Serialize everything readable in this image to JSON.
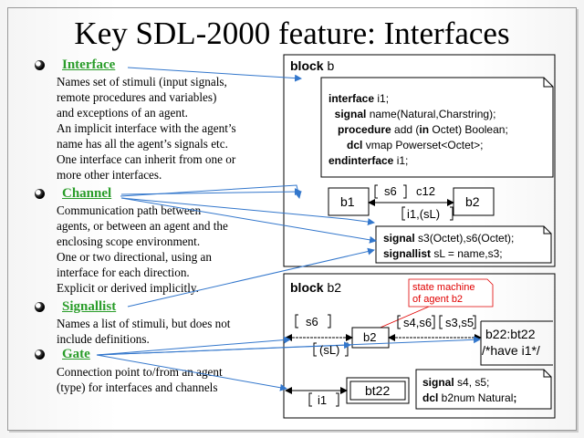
{
  "title": "Key SDL-2000 feature: Interfaces",
  "sections": [
    {
      "heading": "Interface",
      "text": "Names set of stimuli (input signals,\nremote procedures and variables)\nand exceptions of an agent.\nAn implicit interface with the agent’s\nname has all the agent’s signals etc.\nOne interface can inherit from one or\nmore other interfaces."
    },
    {
      "heading": "Channel",
      "text": "Communication path between\nagents, or between an agent and the\nenclosing scope environment.\nOne or two directional, using an\ninterface for each direction.\nExplicit or derived implicitly."
    },
    {
      "heading": "Signallist",
      "text": "Names a list of stimuli, but does not\ninclude definitions."
    },
    {
      "heading": "Gate",
      "text": "Connection point to/from an agent\n(type) for interfaces and channels"
    }
  ],
  "block_b": {
    "label_kw": "block",
    "label_name": "b",
    "interface_note": {
      "l1_kw": "interface",
      "l1_rest": " i1;",
      "l2_kw": "signal",
      "l2_rest": " name(Natural,Charstring);",
      "l3_kw": "procedure",
      "l3_rest": " add (",
      "l3_kw2": "in",
      "l3_rest2": " Octet) Boolean;",
      "l4_kw": "dcl",
      "l4_rest": " vmap Powerset<Octet>;",
      "l5_kw": "endinterface",
      "l5_rest": " i1;"
    },
    "agent_b1": "b1",
    "agent_b2": "b2",
    "channel_name": "c12",
    "sig_s6": "s6",
    "sig_i1_sl": "i1,(sL)",
    "signal_note": {
      "l1_kw": "signal",
      "l1_rest": " s3(Octet),s6(Octet);",
      "l2_kw": "signallist",
      "l2_rest": " sL = name,s3;"
    }
  },
  "block_b2": {
    "label_kw": "block",
    "label_name": "b2",
    "state_machine_note": "state machine\nof agent b2",
    "sig_s6": "s6",
    "sig_sl": "(sL)",
    "gate_b2": "b2",
    "sig_s4s6": "s4,s6",
    "sig_s3s5": "s3,s5",
    "agent_b22": "b22:bt22",
    "agent_b22_comment": "/*have i1*/",
    "sig_i1": "i1",
    "bt22": "bt22",
    "decl_note": {
      "l1_kw": "signal",
      "l1_rest": " s4, s5;",
      "l2_kw": "dcl",
      "l2_rest": " b2num Natural",
      "l2_end": ";"
    }
  }
}
